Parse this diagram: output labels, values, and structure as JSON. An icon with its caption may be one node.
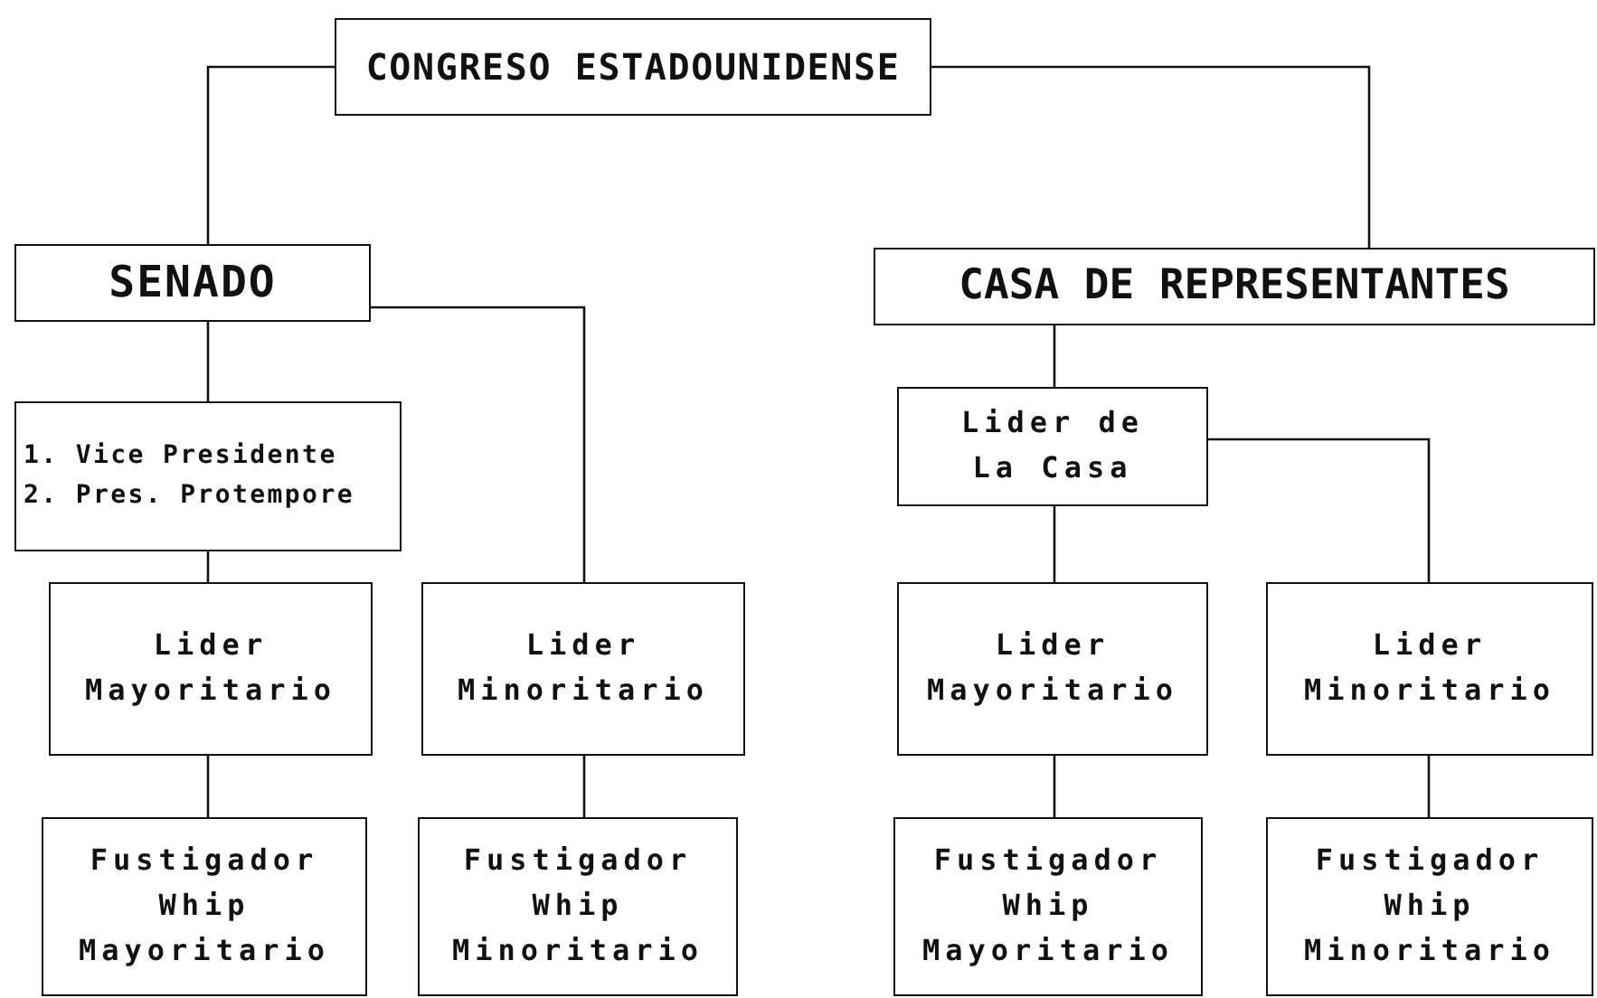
{
  "diagram": {
    "nodes": [
      {
        "text": [
          "CONGRESO ESTADOUNIDENSE"
        ]
      },
      {
        "text": [
          "SENADO"
        ]
      },
      {
        "text": [
          "1. Vice Presidente",
          "2. Pres. Protempore"
        ]
      },
      {
        "text": [
          "Lider Mayoritario"
        ]
      },
      {
        "text": [
          "Lider Minoritario"
        ]
      },
      {
        "text": [
          "Fustigador Whip Mayoritario"
        ]
      },
      {
        "text": [
          "Fustigador Whip Minoritario"
        ]
      },
      {
        "text": [
          "CASA DE REPRESENTANTES"
        ]
      },
      {
        "text": [
          "Lider de La Casa"
        ]
      },
      {
        "text": [
          "Lider Mayoritario"
        ]
      },
      {
        "text": [
          "Lider Minoritario"
        ]
      },
      {
        "text": [
          "Fustigador Whip Mayoritario"
        ]
      },
      {
        "text": [
          "Fustigador Whip Minoritario"
        ]
      }
    ],
    "edges": [
      {
        "from": 0,
        "to": 1,
        "arrow": "none"
      },
      {
        "from": 0,
        "to": 7,
        "arrow": "none"
      },
      {
        "from": 1,
        "to": 2,
        "arrow": "none"
      },
      {
        "from": 1,
        "to": 4,
        "arrow": "none"
      },
      {
        "from": 2,
        "to": 3,
        "arrow": "none"
      },
      {
        "from": 3,
        "to": 5,
        "arrow": "none"
      },
      {
        "from": 4,
        "to": 6,
        "arrow": "none"
      },
      {
        "from": 7,
        "to": 8,
        "arrow": "none"
      },
      {
        "from": 8,
        "to": 9,
        "arrow": "none"
      },
      {
        "from": 8,
        "to": 10,
        "arrow": "none"
      },
      {
        "from": 9,
        "to": 11,
        "arrow": "none"
      },
      {
        "from": 10,
        "to": 12,
        "arrow": "none"
      }
    ]
  }
}
